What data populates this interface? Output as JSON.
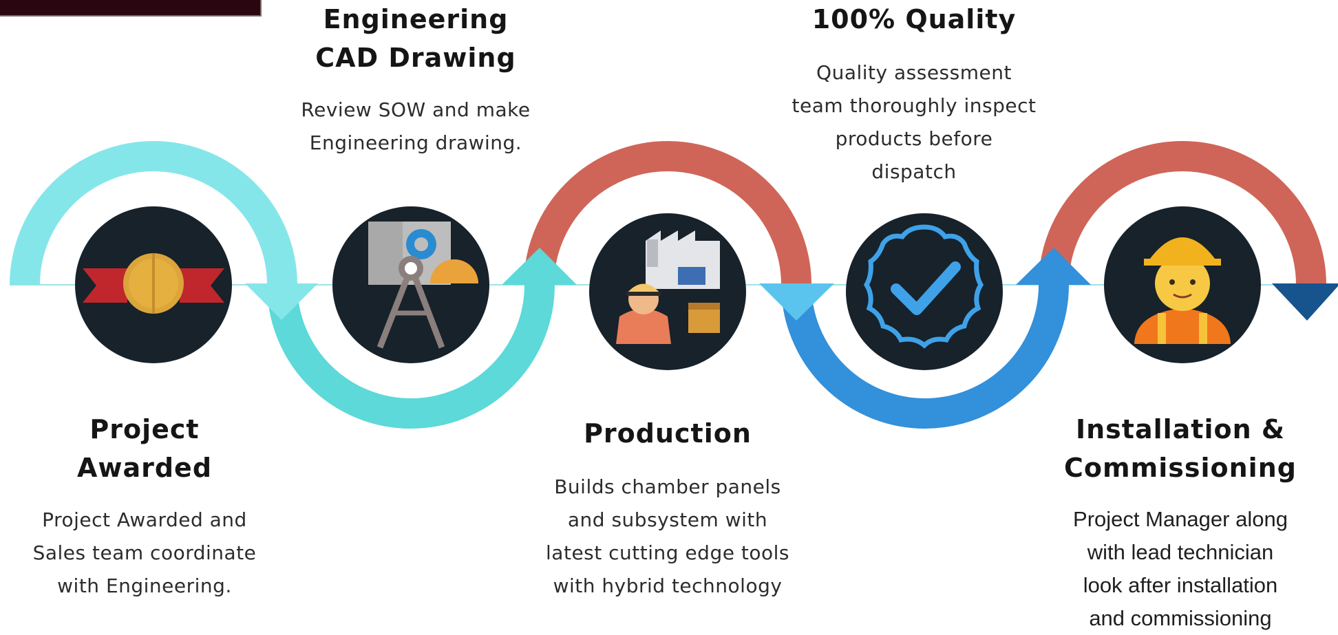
{
  "steps": [
    {
      "title_lines": [
        "Project",
        "Awarded"
      ],
      "desc_lines": [
        "Project Awarded and",
        "Sales team coordinate",
        "with Engineering."
      ],
      "icon": "award-ribbon-icon"
    },
    {
      "title_lines": [
        "Engineering",
        "CAD Drawing"
      ],
      "desc_lines": [
        "Review SOW and make",
        "Engineering drawing."
      ],
      "icon": "drafting-compass-icon"
    },
    {
      "title_lines": [
        "Production"
      ],
      "desc_lines": [
        "Builds chamber panels",
        "and subsystem with",
        "latest cutting edge tools",
        "with hybrid technology"
      ],
      "icon": "factory-worker-icon"
    },
    {
      "title_lines": [
        "100% Quality"
      ],
      "desc_lines": [
        "Quality assessment",
        "team thoroughly inspect",
        "products before",
        "dispatch"
      ],
      "icon": "verified-check-icon"
    },
    {
      "title_lines": [
        "Installation &",
        "Commissioning"
      ],
      "desc_lines": [
        "Project Manager along",
        "with lead technician",
        "look after installation",
        "and commissioning"
      ],
      "icon": "construction-worker-icon"
    }
  ],
  "colors": {
    "cyan_light": "#85E6EA",
    "teal": "#5CD9D8",
    "salmon": "#CF6558",
    "blue": "#3390DA",
    "sky": "#5BC4EE",
    "navy": "#17548E",
    "circle": "#17222B"
  }
}
